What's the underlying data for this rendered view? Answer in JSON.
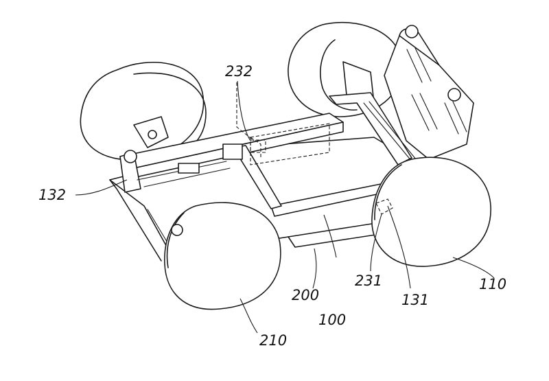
{
  "labels": {
    "frame": "100",
    "front_wheel": "110",
    "marker_131": "131",
    "marker_132": "132",
    "base": "200",
    "rear_wheel": "210",
    "part_231": "231",
    "part_232": "232"
  }
}
